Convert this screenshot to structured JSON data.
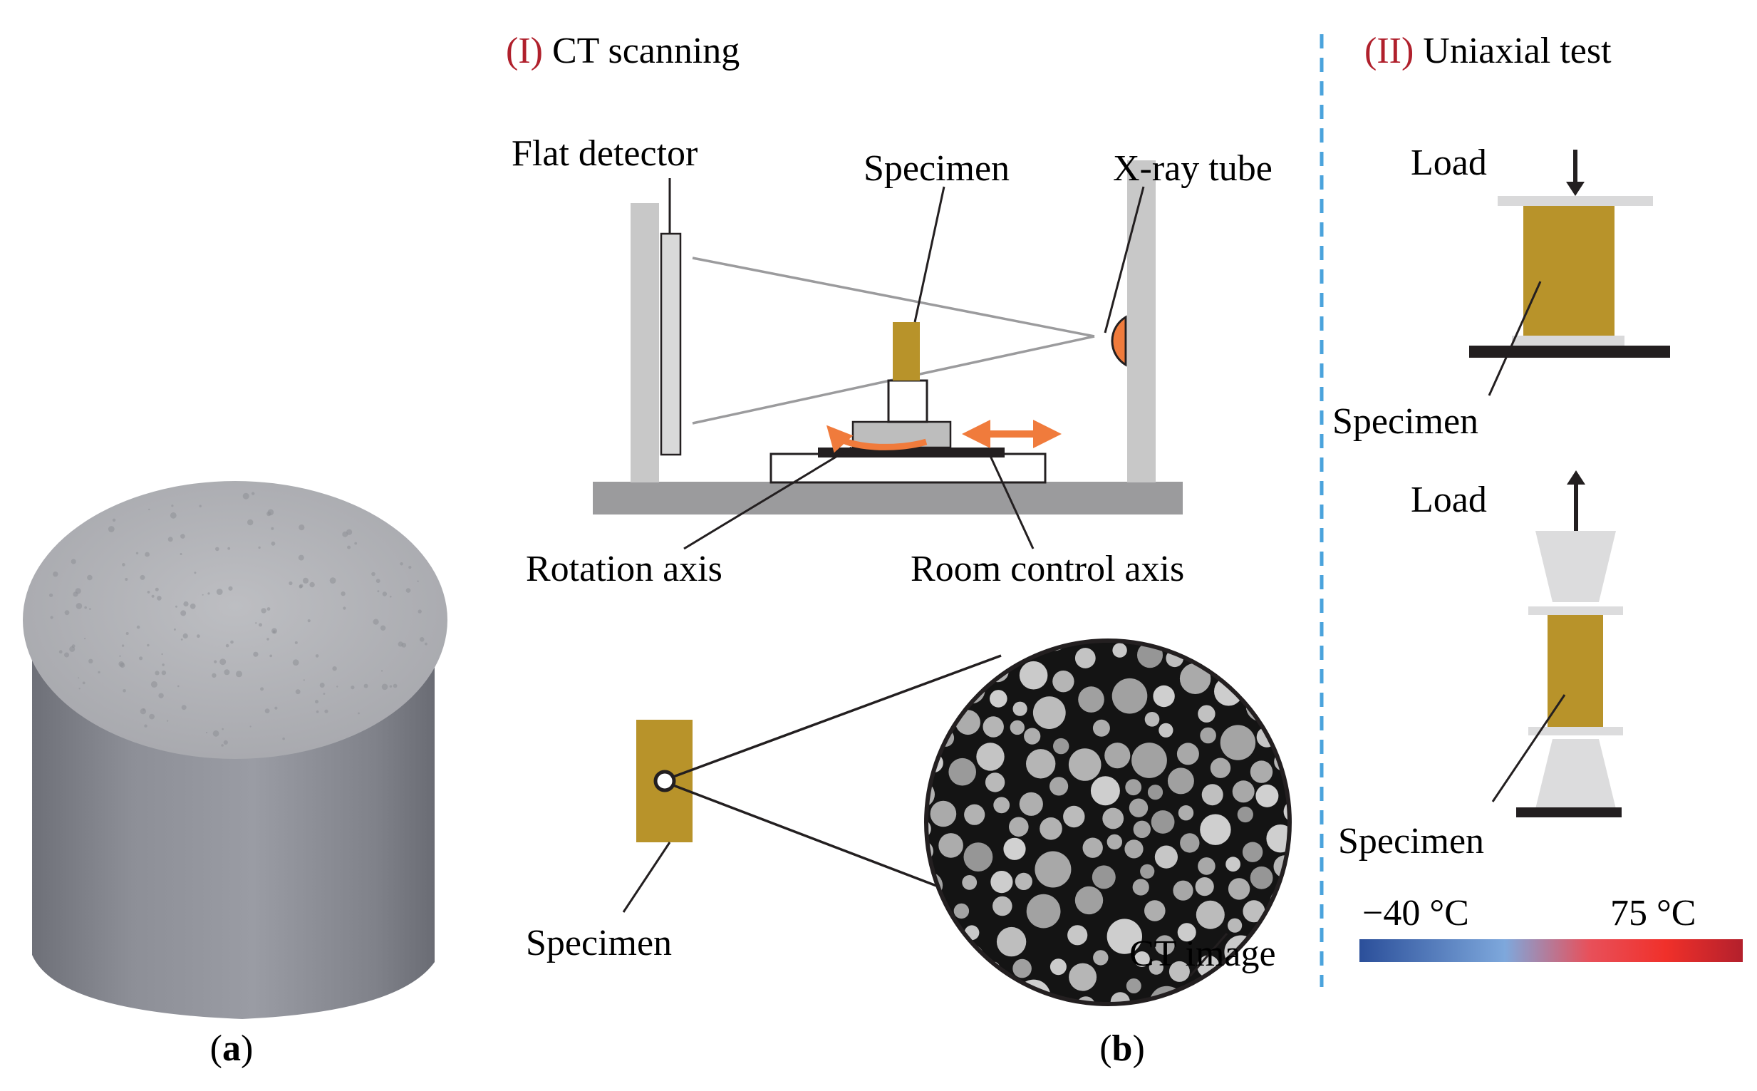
{
  "panels": {
    "a": {
      "caption": "(a)",
      "letter": "a"
    },
    "b": {
      "caption": "(b)",
      "letter": "b"
    }
  },
  "ct_section": {
    "roman": "(I)",
    "title": "CT scanning",
    "labels": {
      "flat_detector": "Flat detector",
      "specimen": "Specimen",
      "xray_tube": "X-ray tube",
      "rotation_axis": "Rotation axis",
      "room_control_axis": "Room control axis",
      "specimen_bottom": "Specimen",
      "ct_image": "CT image"
    }
  },
  "uniaxial_section": {
    "roman": "(II)",
    "title": "Uniaxial test",
    "compression": {
      "load": "Load",
      "specimen": "Specimen"
    },
    "tension": {
      "load": "Load",
      "specimen": "Specimen"
    },
    "temperature_scale": {
      "min_label": "−40 °C",
      "max_label": "75 °C",
      "colors": [
        "#2b4f9a",
        "#7ea8dc",
        "#f0302a",
        "#b3202c"
      ]
    }
  },
  "colors": {
    "roman_red": "#b0202c",
    "specimen_gold": "#b8932a",
    "accent_orange": "#f07b3c",
    "divider_blue": "#4aa3dc",
    "frame_gray": "#c8c8c8",
    "base_gray": "#9b9b9d"
  }
}
